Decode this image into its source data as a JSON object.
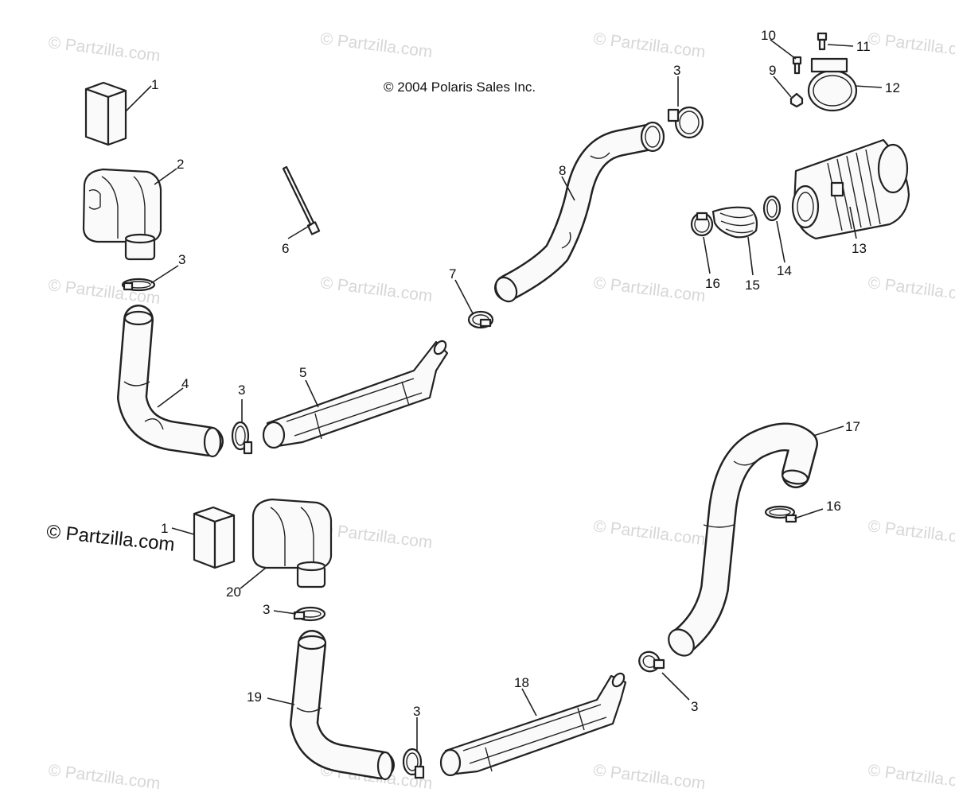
{
  "copyright": "© 2004 Polaris Sales Inc.",
  "brand_watermark": "© Partzilla.com",
  "faint_watermark": "© Partzilla.com",
  "callouts": {
    "c1a": "1",
    "c2": "2",
    "c3a": "3",
    "c4": "4",
    "c3b": "3",
    "c5": "5",
    "c6": "6",
    "c7": "7",
    "c8": "8",
    "c3c": "3",
    "c10": "10",
    "c11": "11",
    "c9": "9",
    "c12": "12",
    "c13": "13",
    "c14": "14",
    "c15": "15",
    "c16a": "16",
    "c17": "17",
    "c16b": "16",
    "c1b": "1",
    "c20": "20",
    "c3d": "3",
    "c19": "19",
    "c3e": "3",
    "c18": "18",
    "c3f": "3"
  },
  "colors": {
    "line": "#222222",
    "part_fill": "#fafafa",
    "watermark": "#d7d7d7"
  }
}
